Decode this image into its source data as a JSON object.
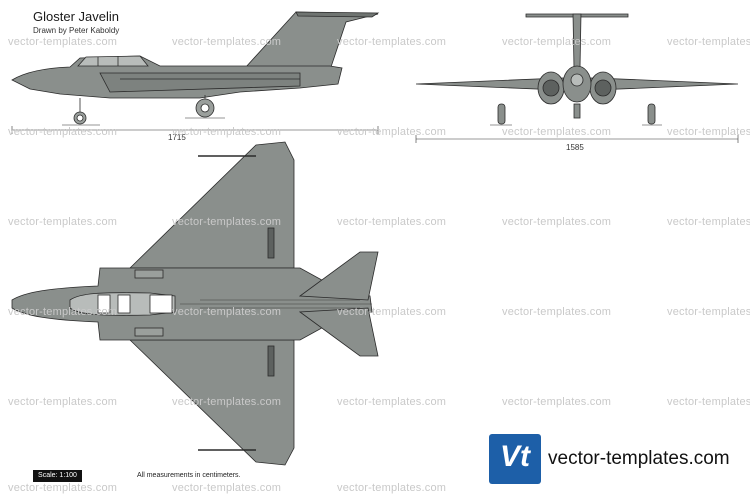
{
  "header": {
    "title": "Gloster Javelin",
    "subtitle": "Drawn by Peter Kaboldy"
  },
  "dimensions": {
    "length": "1715",
    "span": "1585"
  },
  "footer": {
    "scale": "Scale: 1:100",
    "note": "All measurements in centimeters."
  },
  "watermark": {
    "text": "vector-templates.com"
  },
  "brand": {
    "logo_text": "Vt",
    "site": "vector-templates.com"
  },
  "colors": {
    "aircraft_fill": "#8a8f8c",
    "outline": "#2b2b2b",
    "logo_blue": "#1d5fa8"
  }
}
